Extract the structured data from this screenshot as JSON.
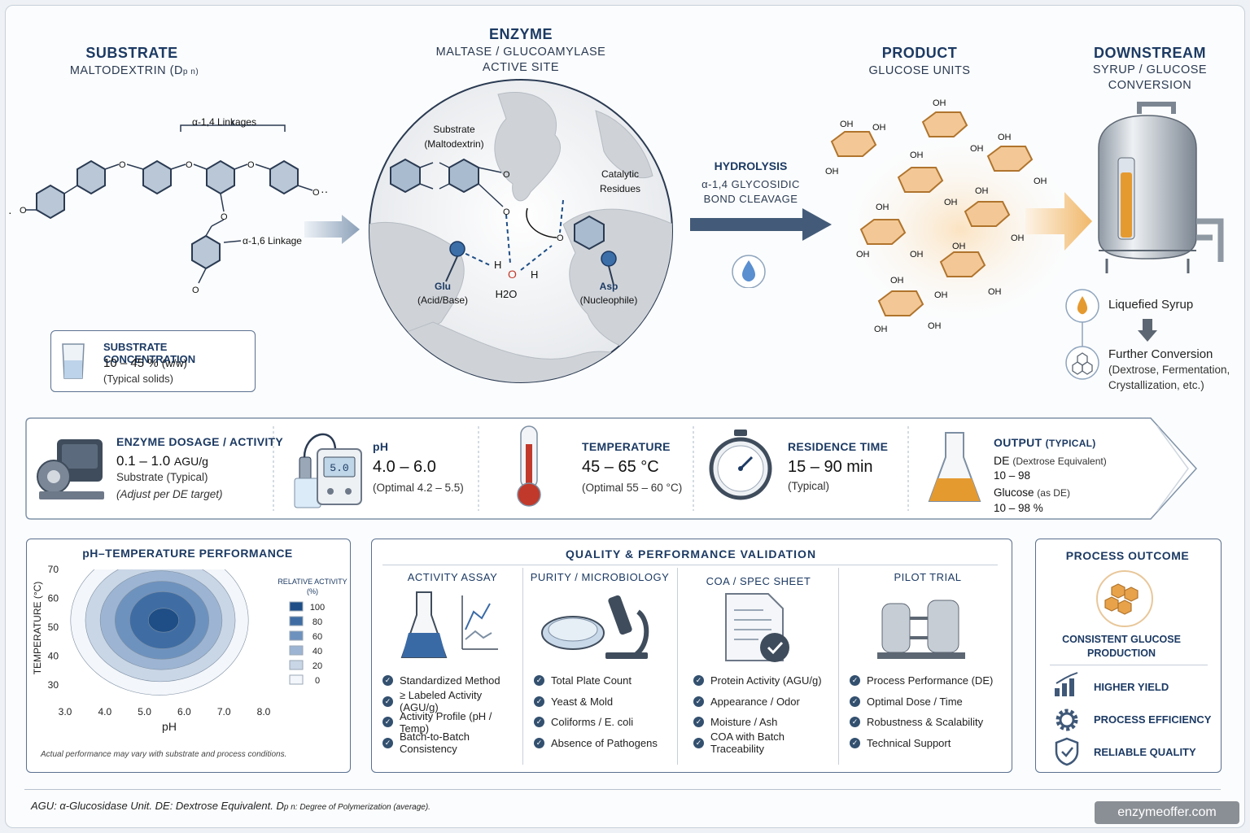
{
  "substrate": {
    "title": "SUBSTRATE",
    "subtitle": "MALTODEXTRIN (D",
    "subtitle_tail": "p n)",
    "linkage_14": "α-1,4 Linkages",
    "linkage_16": "α-1,6 Linkage",
    "o": "O"
  },
  "concentration": {
    "title": "SUBSTRATE CONCENTRATION",
    "value": "10 – 45 %",
    "unit": "(w/w)",
    "note": "(Typical solids)"
  },
  "enzyme": {
    "title": "ENZYME",
    "subtitle1": "MALTASE / GLUCOAMYLASE",
    "subtitle2": "ACTIVE SITE",
    "substrate_label1": "Substrate",
    "substrate_label2": "(Maltodextrin)",
    "catalytic1": "Catalytic",
    "catalytic2": "Residues",
    "glu": "Glu",
    "glu_role": "(Acid/Base)",
    "asp": "Asp",
    "asp_role": "(Nucleophile)",
    "water": "H2O",
    "h": "H",
    "o": "O"
  },
  "hydrolysis": {
    "title": "HYDROLYSIS",
    "line1": "α-1,4 GLYCOSIDIC",
    "line2": "BOND CLEAVAGE"
  },
  "product": {
    "title": "PRODUCT",
    "subtitle": "GLUCOSE UNITS",
    "oh": "OH"
  },
  "downstream": {
    "title": "DOWNSTREAM",
    "subtitle1": "SYRUP / GLUCOSE",
    "subtitle2": "CONVERSION",
    "liquefied": "Liquefied Syrup",
    "further": "Further Conversion",
    "further_note1": "(Dextrose, Fermentation,",
    "further_note2": "Crystallization, etc.)"
  },
  "params": [
    {
      "label": "ENZYME DOSAGE / ACTIVITY",
      "value": "0.1 – 1.0",
      "unit": "AGU/g",
      "note1": "Substrate (Typical)",
      "note2": "(Adjust per DE target)"
    },
    {
      "label": "pH",
      "value": "4.0 – 6.0",
      "note1": "(Optimal 4.2 – 5.5)",
      "display": "5.0"
    },
    {
      "label": "TEMPERATURE",
      "value": "45 – 65 °C",
      "note1": "(Optimal 55 – 60 °C)"
    },
    {
      "label": "RESIDENCE TIME",
      "value": "15 – 90 min",
      "note1": "(Typical)"
    },
    {
      "label": "OUTPUT",
      "label_tail": "(TYPICAL)",
      "de_label": "DE",
      "de_note": "(Dextrose Equivalent)",
      "de_value": "10 – 98",
      "glu_label": "Glucose",
      "glu_note": "(as DE)",
      "glu_value": "10 – 98 %"
    }
  ],
  "contour": {
    "title": "pH–TEMPERATURE PERFORMANCE",
    "ylabel": "TEMPERATURE (°C)",
    "xlabel": "pH",
    "yticks": [
      "70",
      "60",
      "50",
      "40",
      "30"
    ],
    "xticks": [
      "3.0",
      "4.0",
      "5.0",
      "6.0",
      "7.0",
      "8.0"
    ],
    "legend_title1": "RELATIVE ACTIVITY",
    "legend_title2": "(%)",
    "legend": [
      {
        "label": "100",
        "color": "#1f4e86"
      },
      {
        "label": "80",
        "color": "#3f6da3"
      },
      {
        "label": "60",
        "color": "#6e92be"
      },
      {
        "label": "40",
        "color": "#9db5d3"
      },
      {
        "label": "20",
        "color": "#c9d6e6"
      },
      {
        "label": "0",
        "color": "#f3f6fa"
      }
    ],
    "footnote": "Actual performance may vary with substrate and process conditions."
  },
  "chart_data": {
    "type": "heatmap",
    "title": "pH–TEMPERATURE PERFORMANCE",
    "xlabel": "pH",
    "ylabel": "TEMPERATURE (°C)",
    "xlim": [
      3.0,
      8.0
    ],
    "ylim": [
      25,
      70
    ],
    "legend_title": "RELATIVE ACTIVITY (%)",
    "levels": [
      0,
      20,
      40,
      60,
      80,
      100
    ],
    "peak": {
      "x": 5.5,
      "y": 53
    }
  },
  "quality": {
    "title": "QUALITY & PERFORMANCE VALIDATION",
    "columns": [
      {
        "head": "ACTIVITY ASSAY",
        "items": [
          "Standardized Method",
          "≥ Labeled Activity (AGU/g)",
          "Activity Profile (pH / Temp)",
          "Batch-to-Batch Consistency"
        ]
      },
      {
        "head": "PURITY / MICROBIOLOGY",
        "items": [
          "Total Plate Count",
          "Yeast & Mold",
          "Coliforms / E. coli",
          "Absence of Pathogens"
        ]
      },
      {
        "head": "COA / SPEC SHEET",
        "items": [
          "Protein Activity (AGU/g)",
          "Appearance / Odor",
          "Moisture / Ash",
          "COA with Batch Traceability"
        ]
      },
      {
        "head": "PILOT TRIAL",
        "items": [
          "Process Performance (DE)",
          "Optimal Dose / Time",
          "Robustness & Scalability",
          "Technical Support"
        ]
      }
    ]
  },
  "outcome": {
    "title": "PROCESS OUTCOME",
    "center1": "CONSISTENT GLUCOSE",
    "center2": "PRODUCTION",
    "items": [
      "HIGHER YIELD",
      "PROCESS EFFICIENCY",
      "RELIABLE QUALITY"
    ]
  },
  "footer": {
    "text": "AGU:  α-Glucosidase Unit.   DE: Dextrose Equivalent.   D",
    "text_tail": "p n:  Degree of Polymerization (average).",
    "watermark": "enzymeoffer.com"
  },
  "colors": {
    "navy": "#1c3a63",
    "accent": "#e8a24a",
    "steel": "#5a7090"
  }
}
